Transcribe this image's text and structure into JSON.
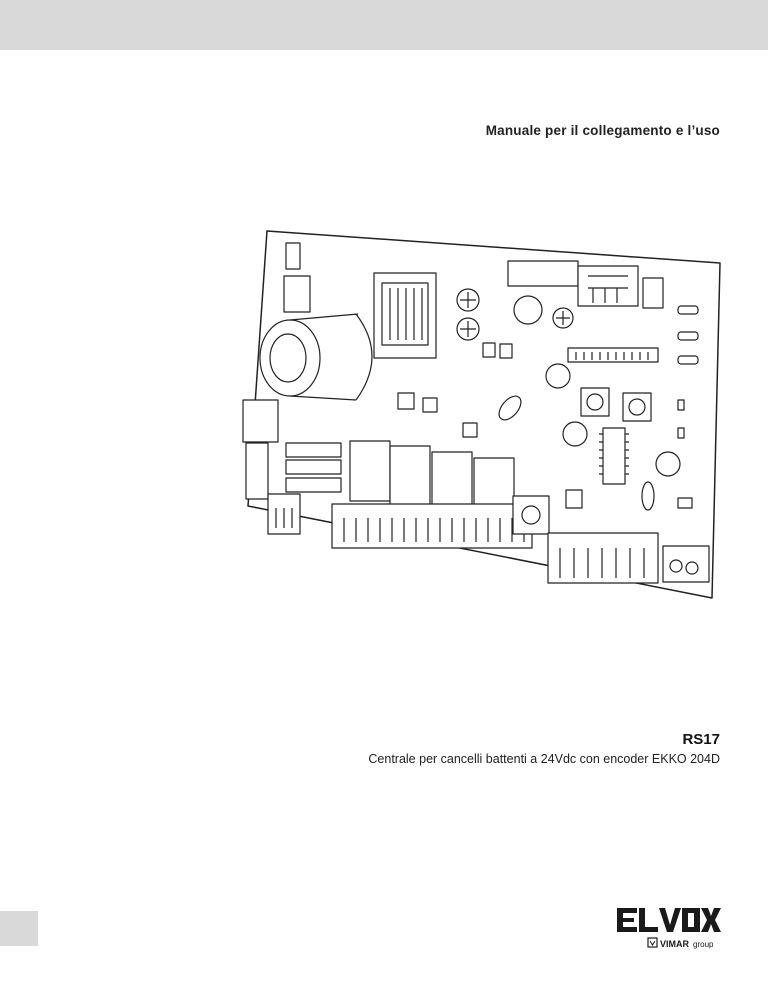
{
  "header": {
    "band_color": "#d9d9d9"
  },
  "document": {
    "manual_title": "Manuale per il collegamento e l’uso",
    "product_code": "RS17",
    "product_description": "Centrale per cancelli battenti a 24Vdc con encoder EKKO 204D"
  },
  "illustration": {
    "subject": "circuit-board-illustration"
  },
  "brand": {
    "logo_text": "ELVOX",
    "group_brand": "VIMAR",
    "group_suffix": "group",
    "logo_color": "#1a1a1a"
  },
  "footer": {
    "tab_color": "#d9d9d9"
  }
}
